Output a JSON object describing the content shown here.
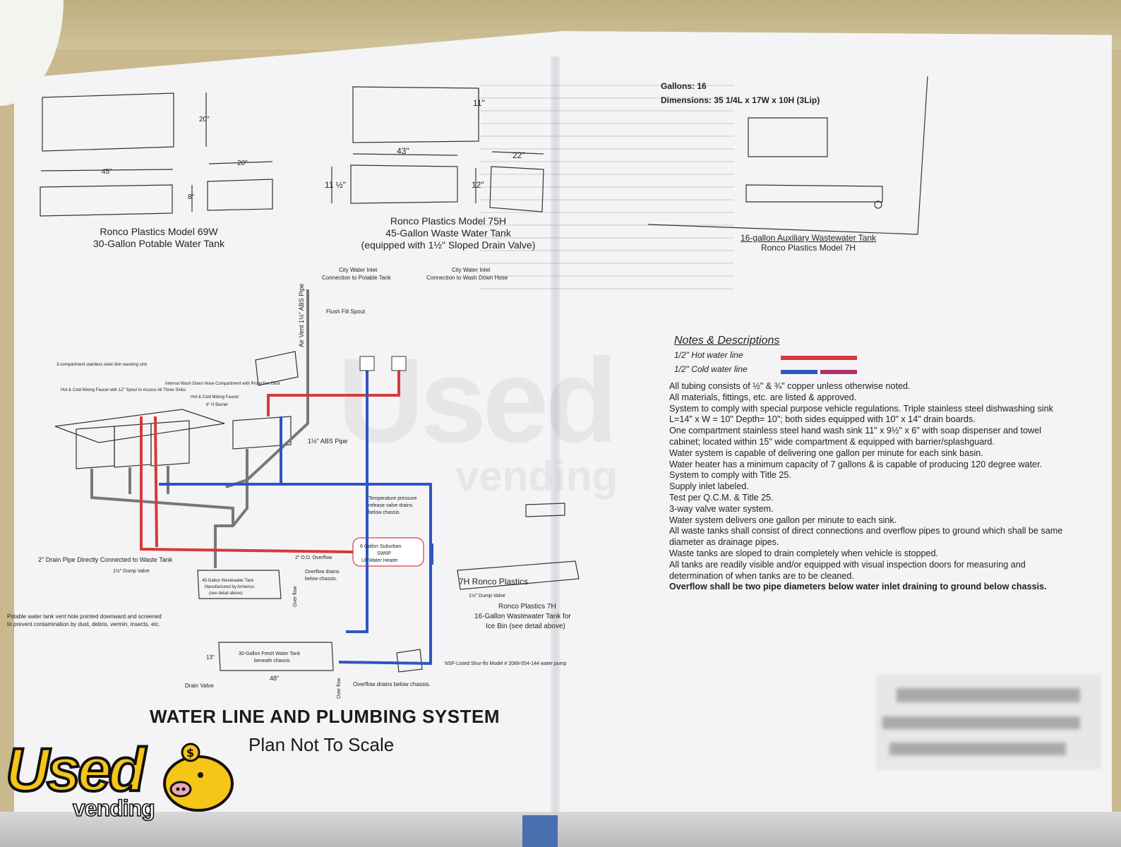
{
  "tank_specs": {
    "gallons": "Gallons: 16",
    "dimensions": "Dimensions: 35 1/4L x 17W x 10H (3Lip)"
  },
  "tanks": {
    "tank_69w": {
      "dims": {
        "height": "20\"",
        "width": "20\"",
        "length": "45\"",
        "depth": "8\""
      },
      "caption_line1": "Ronco Plastics Model 69W",
      "caption_line2": "30-Gallon Potable Water Tank"
    },
    "tank_75h": {
      "dims": {
        "top_height": "11\"",
        "length": "43\"",
        "width": "22\"",
        "left_height": "11 ½\"",
        "right_height": "12\""
      },
      "caption_line1": "Ronco Plastics Model 75H",
      "caption_line2": "45-Gallon Waste Water Tank",
      "caption_line3": "(equipped with 1½\" Sloped Drain Valve)"
    },
    "tank_7h": {
      "caption_line1": "16-gallon Auxiliary Wastewater Tank",
      "caption_line2": "Ronco Plastics Model 7H"
    }
  },
  "plumbing_labels": {
    "air_vent": "Air Vent 1½\" ABS Pipe",
    "city_inlet_potable_1": "City Water Inlet",
    "city_inlet_potable_2": "Connection to Potable Tank",
    "city_inlet_hose_1": "City Water Inlet",
    "city_inlet_hose_2": "Connection to Wash Down Hose",
    "flush_fill": "Flush Fill Spout",
    "three_comp_sink": "3-compartment stainless steel dish washing sink",
    "internal_hose": "Internal Wash Down Hose Compartment with Protective Door",
    "faucet_12": "Hot & Cold Mixing Faucet with 12\" Spout to Access All Three Sinks",
    "faucet_hand": "Hot & Cold Mixing Faucet",
    "barrier": "6\" H Barrier",
    "abs_pipe": "1½\" ABS Pipe",
    "temp_valve_1": "Temperature pressure",
    "temp_valve_2": "release valve drains",
    "temp_valve_3": "below chassis",
    "heater_1": "6 Gallon Suburban",
    "heater_2": "SW6P",
    "heater_3": "LP Water Heater",
    "drain_pipe": "2\" Drain Pipe Directly Connected to Waste Tank",
    "dump_valve": "1½\" Dump Valve",
    "od_overflow": "2\" O.D. Overflow",
    "waste_tank_1": "45-Gallon Wastewater Tank",
    "waste_tank_2": "Manufactured by Armenco",
    "waste_tank_3": "(see detail above)",
    "overflow_drains_1": "Overflow drains",
    "overflow_drains_2": "below chassis.",
    "over_flow": "Over flow",
    "ronco_7h_box": "7H Ronco Plastics",
    "dump_valve_2": "1½\" Dump Valve",
    "ronco_7h_cap_1": "Ronco Plastics 7H",
    "ronco_7h_cap_2": "16-Gallon Wastewater Tank for",
    "ronco_7h_cap_3": "Ice Bin (see detail above)",
    "vent_hole_1": "Potable water tank vent hole pointed downward and screened",
    "vent_hole_2": "to prevent contamination by dust, debris, vermin, insects, etc.",
    "fresh_tank_1": "30-Gallon Fresh Water Tank",
    "fresh_tank_2": "beneath chassis",
    "height_13": "13\"",
    "width_48": "48\"",
    "drain_valve": "Drain Valve",
    "over_flow_2": "Over flow",
    "overflow_bottom": "Overflow drains below chassis.",
    "pump": "NSF-Listed Shur-flo Model # 2088-554-144 water pump"
  },
  "notes": {
    "title": "Notes & Descriptions",
    "legend": [
      {
        "label": "1/2\" Hot water line",
        "colors": [
          "#d63a3a"
        ]
      },
      {
        "label": "1/2\" Cold water line",
        "colors": [
          "#2f55c2",
          "#b0306a"
        ]
      }
    ],
    "items": [
      {
        "text": "All tubing consists of ½\" & ¾\" copper unless otherwise noted.",
        "bold": false
      },
      {
        "text": "All materials, fittings, etc. are listed & approved.",
        "bold": false
      },
      {
        "text": "System to comply with special purpose vehicle regulations. Triple stainless steel dishwashing sink L=14\" x W = 10\" Depth= 10\"; both sides equipped with 10\" x 14\" drain boards.",
        "bold": false
      },
      {
        "text": "One compartment stainless steel hand wash sink 11\" x 9½\" x 6\" with soap dispenser and towel cabinet; located within 15\" wide compartment & equipped with barrier/splashguard.",
        "bold": false
      },
      {
        "text": "Water system is capable of delivering one gallon per minute for each sink basin.",
        "bold": false
      },
      {
        "text": "Water heater has a minimum capacity of 7 gallons & is capable of producing 120 degree water.",
        "bold": false
      },
      {
        "text": "System to comply with Title 25.",
        "bold": false
      },
      {
        "text": "Supply inlet labeled.",
        "bold": false
      },
      {
        "text": "Test per Q.C.M. & Title 25.",
        "bold": false
      },
      {
        "text": "3-way valve water system.",
        "bold": false
      },
      {
        "text": "Water system delivers one gallon per minute to each sink.",
        "bold": false
      },
      {
        "text": "All waste tanks shall consist of direct connections and overflow pipes to ground which shall be same diameter as drainage pipes.",
        "bold": false
      },
      {
        "text": "Waste tanks are sloped to drain completely when vehicle is stopped.",
        "bold": false
      },
      {
        "text": "All tanks are readily visible and/or equipped with visual inspection doors for measuring and determination of when tanks are to be cleaned.",
        "bold": false
      },
      {
        "text": "Overflow shall be two pipe diameters below water inlet draining to ground below chassis.",
        "bold": true
      }
    ]
  },
  "title": {
    "main": "WATER LINE AND PLUMBING SYSTEM",
    "sub": "Plan Not To Scale"
  },
  "logo": {
    "word1": "Used",
    "word2": "vending",
    "colors": {
      "yellow": "#f5c518",
      "outline": "#111111"
    }
  },
  "pipe_colors": {
    "hot": "#d63a3a",
    "cold": "#2f55c2",
    "mix": "#b0306a"
  }
}
